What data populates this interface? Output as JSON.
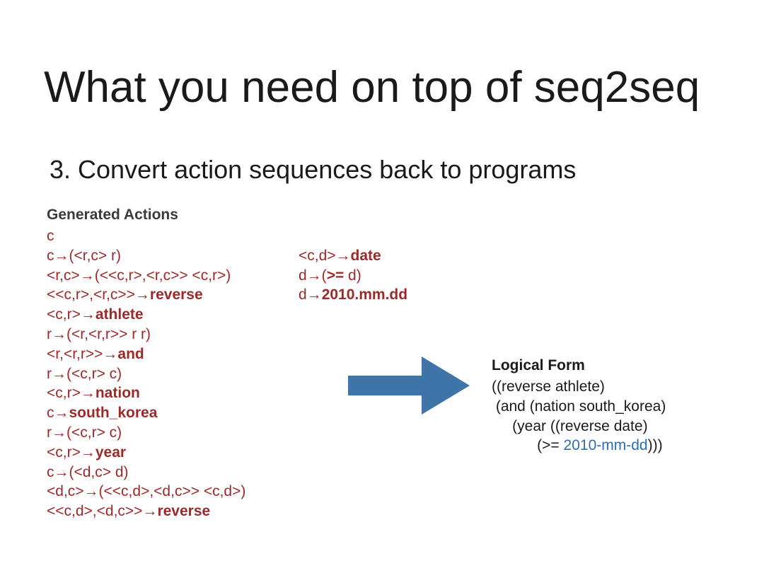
{
  "slide": {
    "title": "What you need on top of seq2seq",
    "subtitle": "3. Convert action sequences back to programs"
  },
  "generated_actions": {
    "heading": "Generated Actions",
    "left_column": [
      {
        "plain": "c",
        "bold": ""
      },
      {
        "plain": "c→(<r,c> r)",
        "bold": ""
      },
      {
        "plain": "<r,c>→(<<c,r>,<r,c>> <c,r>)",
        "bold": ""
      },
      {
        "plain": "<<c,r>,<r,c>>→",
        "bold": "reverse"
      },
      {
        "plain": "<c,r>→",
        "bold": "athlete"
      },
      {
        "plain": "r→(<r,<r,r>> r r)",
        "bold": ""
      },
      {
        "plain": "<r,<r,r>>→",
        "bold": "and"
      },
      {
        "plain": "r→(<c,r> c)",
        "bold": ""
      },
      {
        "plain": "<c,r>→",
        "bold": "nation"
      },
      {
        "plain": "c→",
        "bold": "south_korea"
      },
      {
        "plain": "r→(<c,r> c)",
        "bold": ""
      },
      {
        "plain": "<c,r>→",
        "bold": "year"
      },
      {
        "plain": "c→(<d,c> d)",
        "bold": ""
      },
      {
        "plain": "<d,c>→(<<c,d>,<d,c>> <c,d>)",
        "bold": ""
      },
      {
        "plain": "<<c,d>,<d,c>>→",
        "bold": "reverse"
      }
    ],
    "right_column": [
      {
        "plain": "",
        "bold": ""
      },
      {
        "plain": "<c,d>→",
        "bold": "date"
      },
      {
        "plain": "d→(",
        "bold": ">=",
        "tail": " d)"
      },
      {
        "plain": "d→",
        "bold": "2010.mm.dd"
      }
    ]
  },
  "logical_form": {
    "heading": "Logical Form",
    "lines": [
      {
        "text": "((reverse athlete)",
        "highlight": "",
        "tail": ""
      },
      {
        "text": " (and (nation south_korea)",
        "highlight": "",
        "tail": ""
      },
      {
        "text": "     (year ((reverse date)",
        "highlight": "",
        "tail": ""
      },
      {
        "text": "           (>= ",
        "highlight": "2010-mm-dd",
        "tail": ")))"
      }
    ]
  },
  "colors": {
    "action_text": "#9b2a2a",
    "arrow_fill": "#3f74a8",
    "highlight_blue": "#2f6db5"
  },
  "icons": {
    "arrow": "right-arrow-icon"
  }
}
